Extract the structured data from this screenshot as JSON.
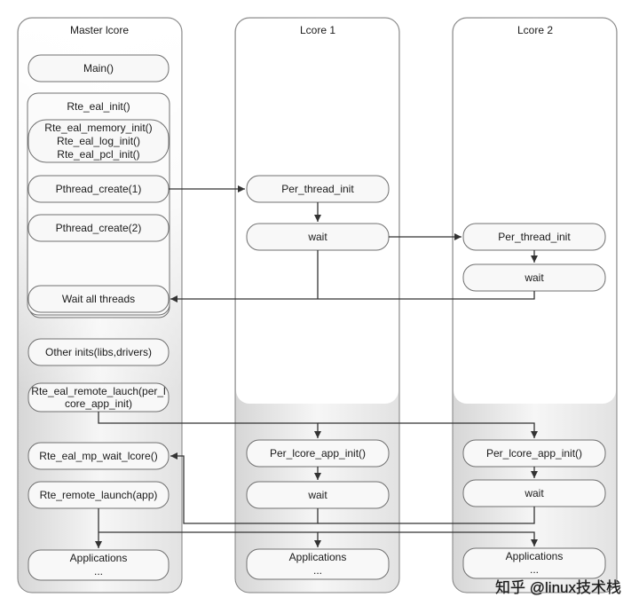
{
  "lanes": {
    "master": "Master lcore",
    "lcore1": "Lcore 1",
    "lcore2": "Lcore 2"
  },
  "master": {
    "main": "Main()",
    "eal_init": "Rte_eal_init()",
    "eal_sub_1": "Rte_eal_memory_init()",
    "eal_sub_2": "Rte_eal_log_init()",
    "eal_sub_3": "Rte_eal_pcl_init()",
    "pthread_create_1": "Pthread_create(1)",
    "pthread_create_2": "Pthread_create(2)",
    "wait_all": "Wait all threads",
    "other_inits": "Other inits(libs,drivers)",
    "remote_launch_line1": "Rte_eal_remote_lauch(per_l",
    "remote_launch_line2": "core_app_init)",
    "mp_wait": "Rte_eal_mp_wait_lcore()",
    "remote_launch_app": "Rte_remote_launch(app)",
    "applications": "Applications",
    "applications_more": "..."
  },
  "lcore1": {
    "per_thread_init": "Per_thread_init",
    "wait_1": "wait",
    "per_lcore_app_init": "Per_lcore_app_init()",
    "wait_2": "wait",
    "applications": "Applications",
    "applications_more": "..."
  },
  "lcore2": {
    "per_thread_init": "Per_thread_init",
    "wait_1": "wait",
    "per_lcore_app_init": "Per_lcore_app_init()",
    "wait_2": "wait",
    "applications": "Applications",
    "applications_more": "..."
  },
  "watermark": "知乎 @linux技术栈"
}
